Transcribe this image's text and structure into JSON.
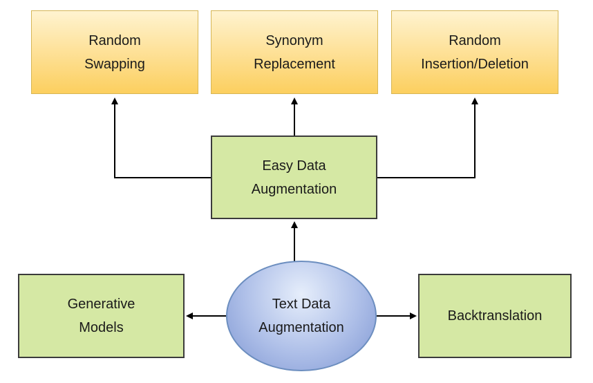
{
  "nodes": {
    "random_swapping": "Random\nSwapping",
    "synonym_replacement": "Synonym\nReplacement",
    "random_insertion_deletion": "Random\nInsertion/Deletion",
    "easy_data_augmentation": "Easy Data\nAugmentation",
    "generative_models": "Generative\nModels",
    "text_data_augmentation": "Text Data\nAugmentation",
    "backtranslation": "Backtranslation"
  },
  "colors": {
    "technique_fill": "#fccf5f",
    "method_fill": "#d5e8a4",
    "root_fill": "#aebfe8",
    "edge": "#000000"
  }
}
